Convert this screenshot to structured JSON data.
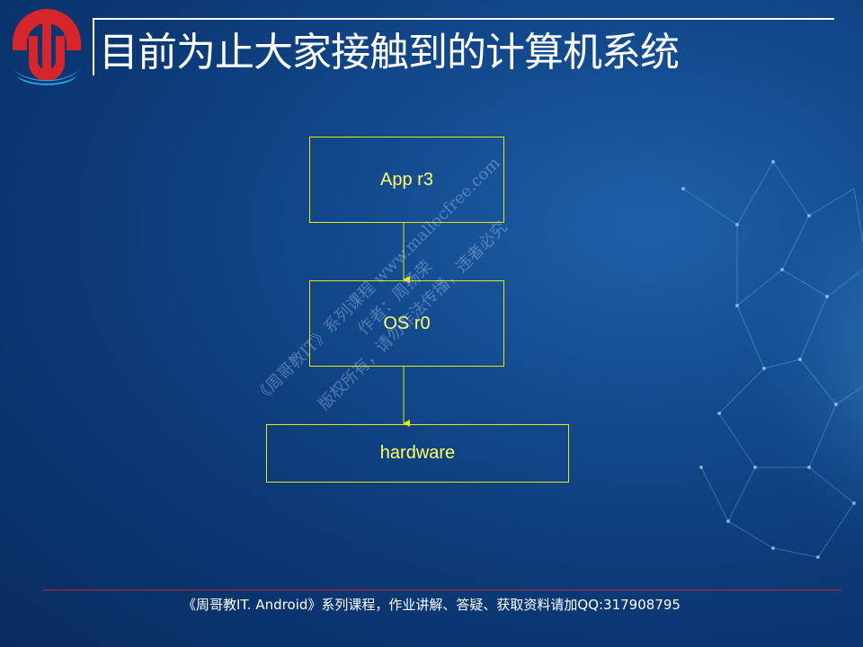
{
  "slide": {
    "title": "目前为止大家接触到的计算机系统"
  },
  "diagram": {
    "boxes": {
      "app": "App r3",
      "os": "OS r0",
      "hardware": "hardware"
    }
  },
  "watermark": {
    "line1": "《周哥教IT》系列课程 www.mallocfree.com",
    "line2": "作者：周扬荣",
    "line3": "版权所有，请勿非法传播，违者必究"
  },
  "footer": {
    "text": "《周哥教IT. Android》系列课程，作业讲解、答疑、获取资料请加QQ:317908795"
  },
  "colors": {
    "accent_red": "#d7262b",
    "accent_blue": "#2aa2e0",
    "diagram_yellow": "#ffff66"
  },
  "icons": {
    "logo": "u-arc-logo"
  }
}
